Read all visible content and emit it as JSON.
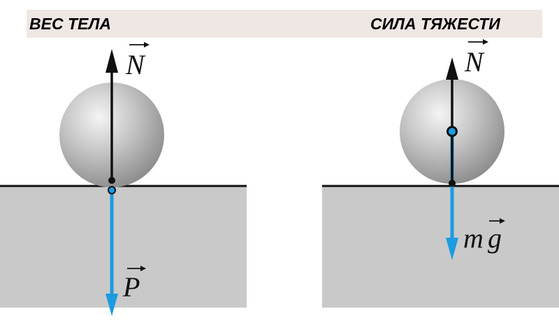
{
  "headers": {
    "left": "ВЕС ТЕЛА",
    "right": "СИЛА ТЯЖЕСТИ"
  },
  "left_scene": {
    "up_vector_label": "N",
    "down_vector_label": "P"
  },
  "right_scene": {
    "up_vector_label": "N",
    "down_vector_label": "mg",
    "down_vector_label_m": "m",
    "down_vector_label_g": "g"
  },
  "colors": {
    "ground": "#c9c9c9",
    "ground_line": "#111111",
    "black_arrow": "#111111",
    "blue_arrow": "#1c9be0",
    "header_bg": "#efe7e4"
  }
}
